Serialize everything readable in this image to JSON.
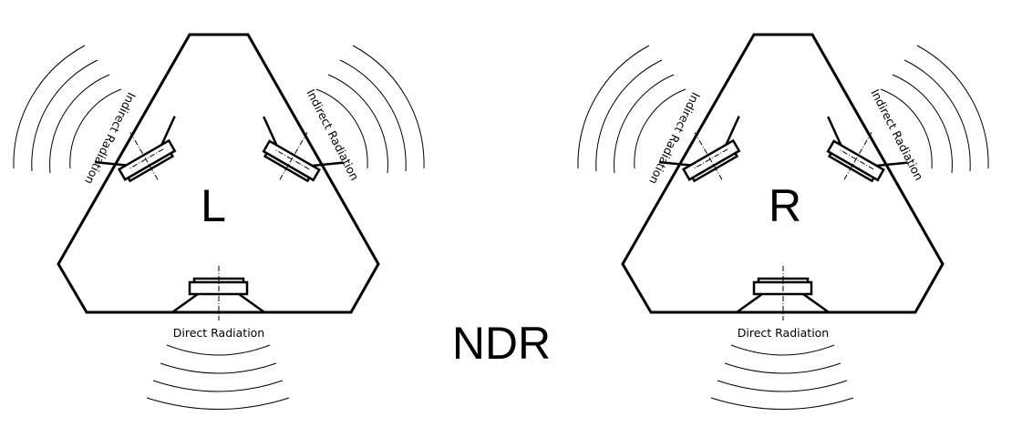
{
  "left_speaker": {
    "label": "L",
    "indirect_left": "Indirect Radiation",
    "indirect_right": "Indirect Radiation",
    "direct": "Direct Radiation"
  },
  "right_speaker": {
    "label": "R",
    "indirect_left": "Indirect Radiation",
    "indirect_right": "Indirect Radiation",
    "direct": "Direct Radiation"
  },
  "center_label": "NDR"
}
